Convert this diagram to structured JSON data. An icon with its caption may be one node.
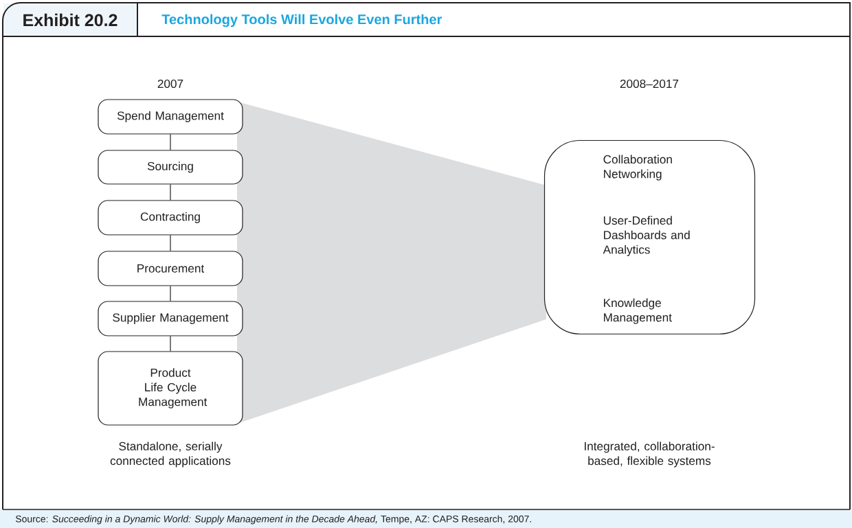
{
  "diagram": {
    "title": "Technology Tools Will Evolve Even Further",
    "caption": "Source: *Succeeding in a Dynamic World: Supply Management in the Decade Ahead,* Tempe, AZ: CAPS Research, 2007.",
    "nodes": [
      {
        "text": [
          "Spend Management"
        ]
      },
      {
        "text": [
          "Sourcing"
        ]
      },
      {
        "text": [
          "Contracting"
        ]
      },
      {
        "text": [
          "Procurement"
        ]
      },
      {
        "text": [
          "Supplier Management"
        ]
      },
      {
        "text": [
          "Product Life Cycle Management"
        ]
      },
      {
        "text": [
          "Collaboration Networking",
          "User-Defined Dashboards and Analytics",
          "Knowledge Management"
        ]
      }
    ],
    "edges": [
      {
        "from": 0,
        "to": 1,
        "arrow": "none"
      },
      {
        "from": 1,
        "to": 2,
        "arrow": "none"
      },
      {
        "from": 2,
        "to": 3,
        "arrow": "none"
      },
      {
        "from": 3,
        "to": 4,
        "arrow": "none"
      },
      {
        "from": 4,
        "to": 5,
        "arrow": "none"
      }
    ],
    "labels": [
      "Exhibit 20.2",
      "2007",
      "2008–2017",
      "Standalone, serially connected applications",
      "Integrated, collaboration-based, flexible systems"
    ]
  }
}
